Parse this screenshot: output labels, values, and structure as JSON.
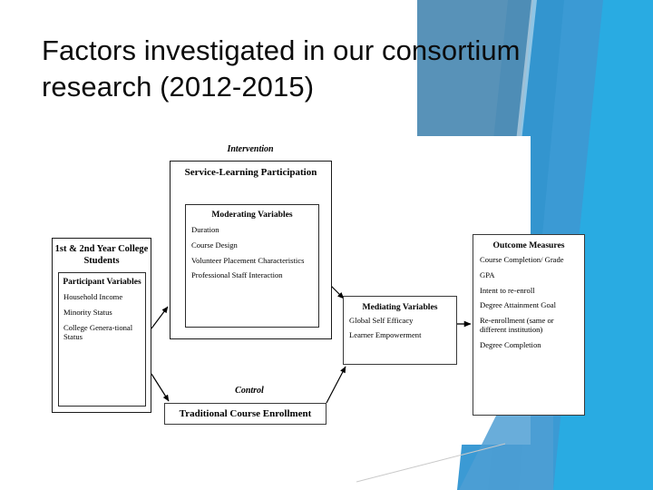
{
  "slide": {
    "title": "Factors investigated in our consortium research (2012-2015)",
    "background": "#ffffff"
  },
  "theme": {
    "accent_steel_blue": "#4f8cb4",
    "accent_mid_blue": "#3b9ad4",
    "accent_bright_blue": "#29abe2",
    "accent_deep_blue": "#2e91ca",
    "text_color": "#0c0c0c"
  },
  "diagram": {
    "captions": {
      "intervention": "Intervention",
      "control": "Control"
    },
    "students_box": {
      "title": "1st & 2nd Year College Students",
      "participant_box": {
        "title": "Participant Variables",
        "items": [
          "Household Income",
          "Minority Status",
          "College Genera-tional Status"
        ]
      }
    },
    "intervention_box": {
      "title": "Service-Learning Participation",
      "moderating_box": {
        "title": "Moderating Variables",
        "items": [
          "Duration",
          "Course Design",
          "Volunteer Placement Characteristics",
          "Professional Staff Interaction"
        ]
      }
    },
    "control_box": {
      "title": "Traditional Course Enrollment"
    },
    "mediating_box": {
      "title": "Mediating Variables",
      "items": [
        "Global Self Efficacy",
        "Learner Empowerment"
      ]
    },
    "outcome_box": {
      "title": "Outcome Measures",
      "items": [
        "Course Completion/ Grade",
        "GPA",
        "Intent to re-enroll",
        "Degree Attainment Goal",
        "Re-enrollment (same or different institution)",
        "Degree Completion"
      ]
    },
    "arrows": [
      {
        "name": "students-to-intervention"
      },
      {
        "name": "students-to-control"
      },
      {
        "name": "intervention-to-mediating"
      },
      {
        "name": "control-to-mediating"
      },
      {
        "name": "mediating-to-outcome"
      }
    ]
  }
}
